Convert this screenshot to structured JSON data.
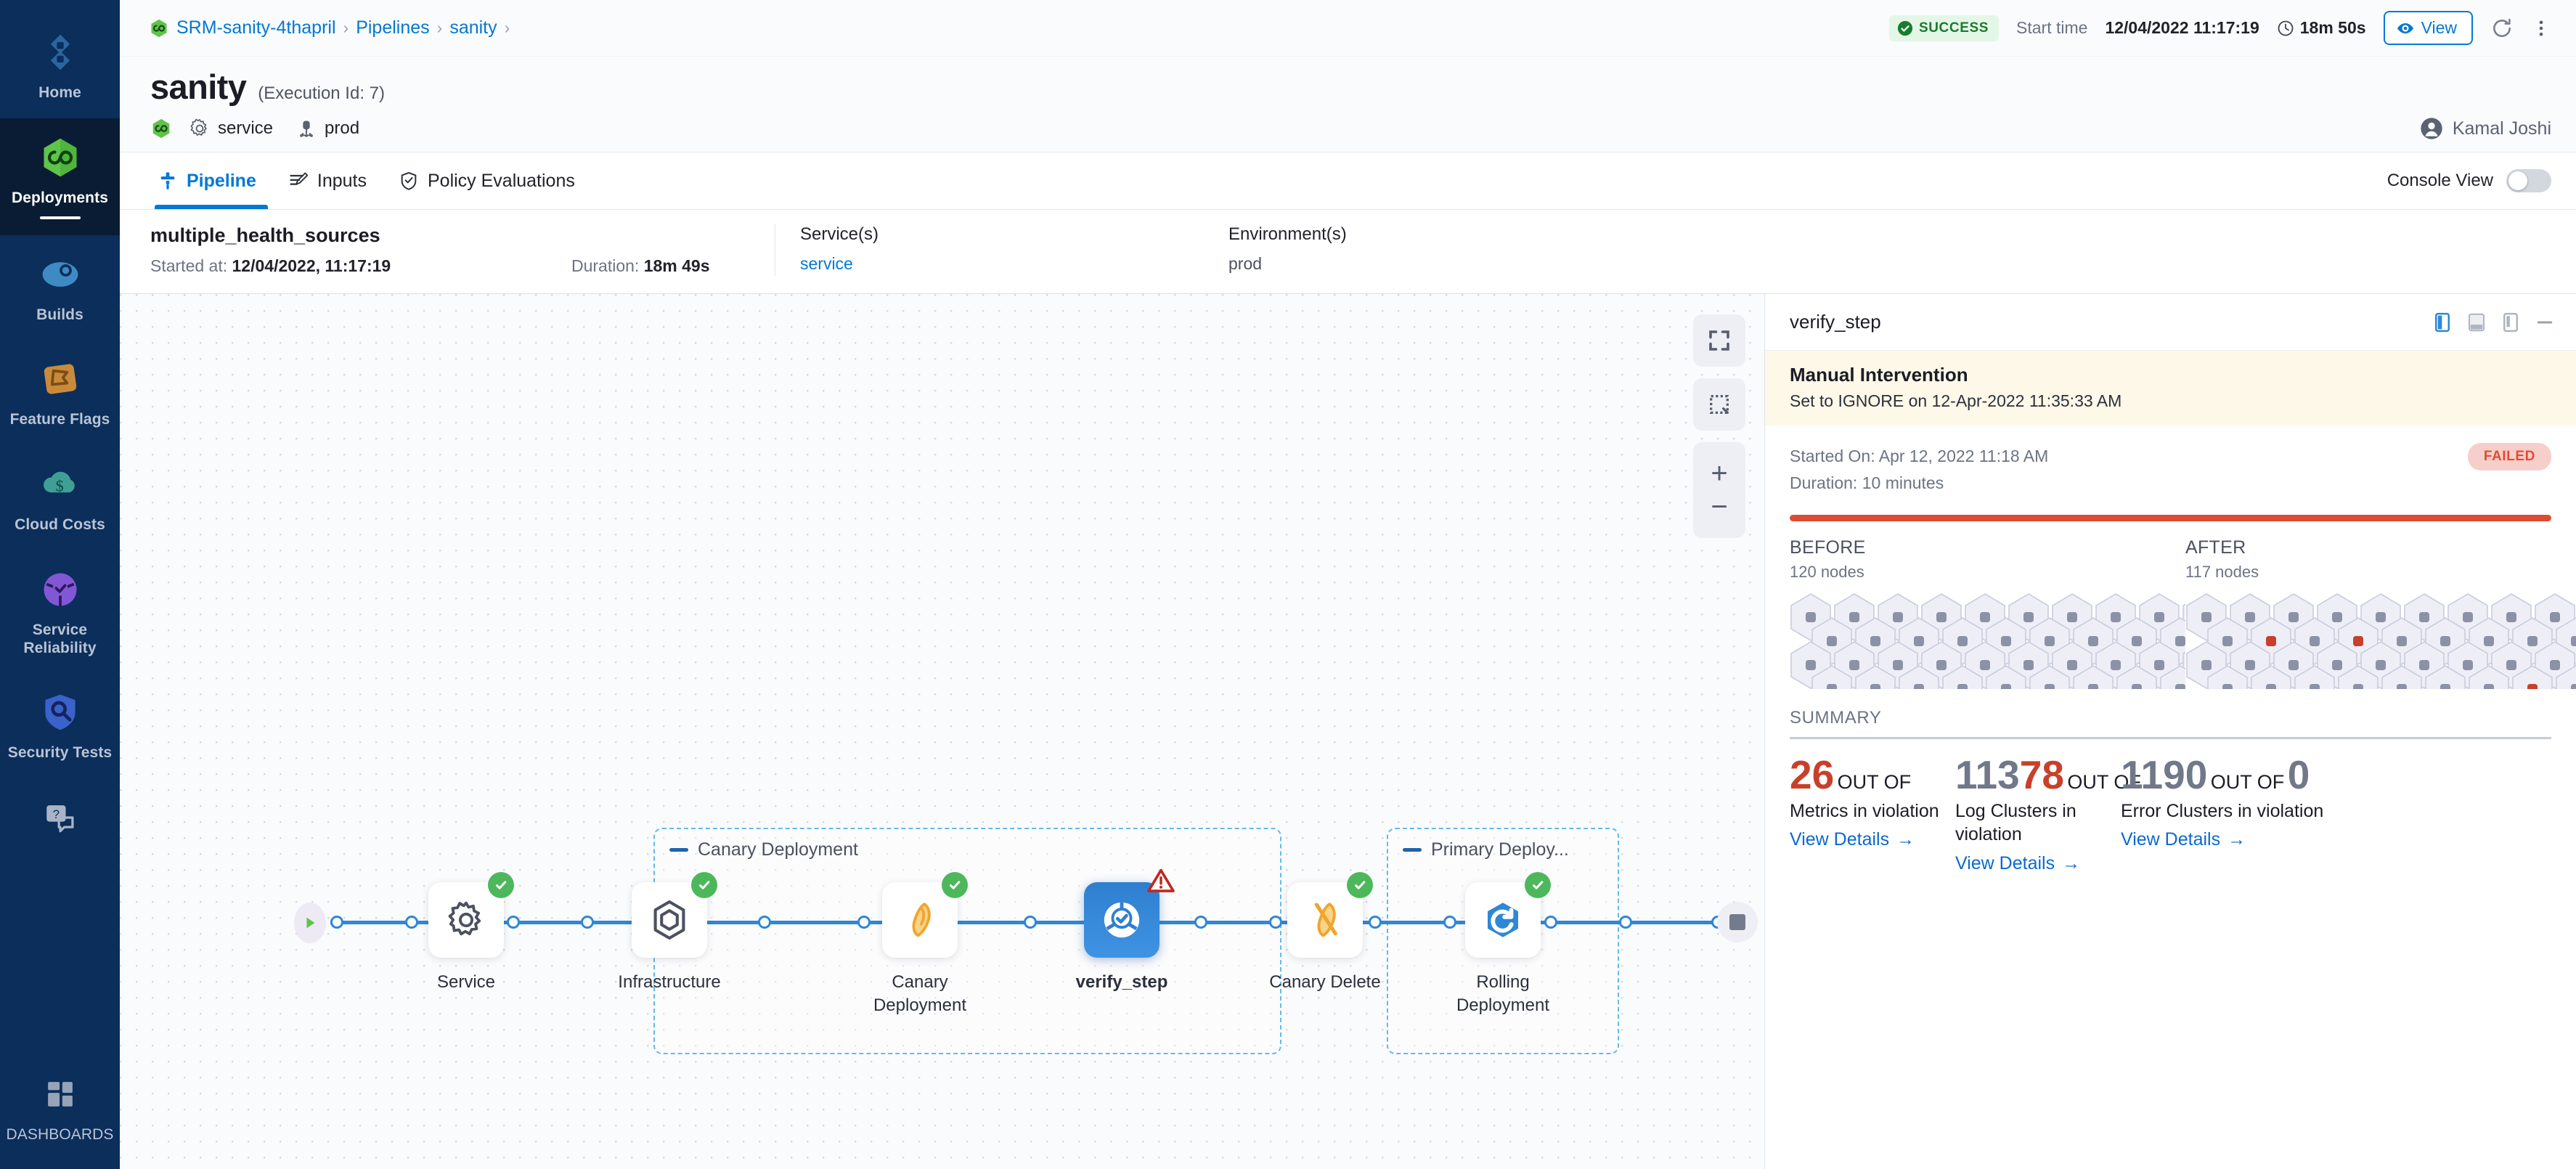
{
  "nav": {
    "items": [
      {
        "label": "Home",
        "icon": "home-diamond-icon",
        "active": false
      },
      {
        "label": "Deployments",
        "icon": "deployments-infinity-icon",
        "active": true
      },
      {
        "label": "Builds",
        "icon": "builds-icon",
        "active": false
      },
      {
        "label": "Feature Flags",
        "icon": "feature-flags-icon",
        "active": false
      },
      {
        "label": "Cloud Costs",
        "icon": "cloud-costs-icon",
        "active": false
      },
      {
        "label": "Service Reliability",
        "icon": "service-reliability-icon",
        "active": false
      },
      {
        "label": "Security Tests",
        "icon": "security-tests-shield-icon",
        "active": false
      },
      {
        "label": "",
        "icon": "help-chat-icon",
        "active": false
      },
      {
        "label": "DASHBOARDS",
        "icon": "dashboards-grid-icon",
        "active": false
      }
    ]
  },
  "topbar": {
    "breadcrumbs": [
      {
        "label": "SRM-sanity-4thapril",
        "icon": "deployments-infinity-icon"
      },
      {
        "label": "Pipelines"
      },
      {
        "label": "sanity"
      }
    ],
    "separator": "›",
    "status": "SUCCESS",
    "status_icon": "check-circle-icon",
    "start_time_label": "Start time",
    "start_time_value": "12/04/2022 11:17:19",
    "duration_icon": "clock-icon",
    "duration_value": "18m 50s",
    "view_button": "View",
    "view_icon": "eye-icon",
    "refresh_icon": "refresh-icon",
    "more_icon": "more-vertical-icon"
  },
  "header": {
    "pipeline_name": "sanity",
    "execution_id": "(Execution Id: 7)",
    "chips": [
      {
        "icon": "deployments-infinity-icon",
        "label": ""
      },
      {
        "icon": "gear-icon",
        "label": "service"
      },
      {
        "icon": "environment-icon",
        "label": "prod"
      }
    ],
    "user_name": "Kamal Joshi",
    "user_icon": "avatar-icon"
  },
  "tabs": {
    "items": [
      {
        "label": "Pipeline",
        "icon": "pipeline-icon",
        "active": true
      },
      {
        "label": "Inputs",
        "icon": "inputs-icon",
        "active": false
      },
      {
        "label": "Policy Evaluations",
        "icon": "policy-shield-icon",
        "active": false
      }
    ],
    "console_view_label": "Console View",
    "console_view_on": false
  },
  "execution": {
    "name": "multiple_health_sources",
    "started_label": "Started at:",
    "started_value": "12/04/2022, 11:17:19",
    "duration_label": "Duration:",
    "duration_value": "18m 49s",
    "services_header": "Service(s)",
    "services_value": "service",
    "environments_header": "Environment(s)",
    "environments_value": "prod"
  },
  "canvas": {
    "tools": [
      {
        "name": "fit-to-screen-icon",
        "glyph": "expand"
      },
      {
        "name": "selection-box-icon",
        "glyph": "marquee"
      },
      {
        "name": "zoom-in-icon",
        "glyph": "+"
      },
      {
        "name": "zoom-out-icon",
        "glyph": "−"
      }
    ],
    "start_icon": "play-icon",
    "end_icon": "stop-icon",
    "groups": [
      {
        "label": "Canary Deployment"
      },
      {
        "label": "Primary Deploy..."
      }
    ],
    "nodes": [
      {
        "label": "Service",
        "icon": "gear-icon",
        "status": "success",
        "selected": false
      },
      {
        "label": "Infrastructure",
        "icon": "infrastructure-hex-icon",
        "status": "success",
        "selected": false
      },
      {
        "label": "Canary Deployment",
        "icon": "canary-bird-icon",
        "status": "success",
        "selected": false
      },
      {
        "label": "verify_step",
        "icon": "verify-icon",
        "status": "warning",
        "selected": true
      },
      {
        "label": "Canary Delete",
        "icon": "canary-delete-icon",
        "status": "success",
        "selected": false
      },
      {
        "label": "Rolling Deployment",
        "icon": "rolling-deployment-icon",
        "status": "success",
        "selected": false
      }
    ]
  },
  "panel": {
    "title": "verify_step",
    "actions": [
      {
        "name": "panel-dock-left-icon",
        "active": true
      },
      {
        "name": "panel-dock-bottom-icon",
        "active": false
      },
      {
        "name": "panel-dock-right-icon",
        "active": false
      },
      {
        "name": "panel-minimize-icon",
        "active": false
      }
    ],
    "banner": {
      "title": "Manual Intervention",
      "text": "Set to IGNORE on 12-Apr-2022 11:35:33 AM"
    },
    "started_on": "Started On: Apr 12, 2022 11:18 AM",
    "duration": "Duration: 10 minutes",
    "status_pill": "FAILED",
    "before": {
      "header": "BEFORE",
      "sub": "120 nodes"
    },
    "after": {
      "header": "AFTER",
      "sub": "117 nodes"
    },
    "summary_header": "SUMMARY",
    "stats": [
      {
        "value": "26",
        "value_color": "red",
        "out_of": "OUT OF",
        "desc": "Metrics in violation",
        "link": "View Details",
        "link_arrow": "→"
      },
      {
        "value": "113",
        "value_color": "gray",
        "out_of": "",
        "desc": "",
        "link": "",
        "link_arrow": ""
      },
      {
        "value": "78",
        "value_color": "red",
        "out_of": "OUT OF",
        "desc": "Log Clusters in violation",
        "link": "View Details",
        "link_arrow": "→"
      },
      {
        "value": "1190",
        "value_color": "gray",
        "out_of": "OUT OF",
        "desc": "",
        "link": "",
        "link_arrow": ""
      },
      {
        "value": "0",
        "value_color": "gray",
        "out_of": "",
        "desc": "Error Clusters in violation",
        "link": "View Details",
        "link_arrow": "→"
      }
    ],
    "colors": {
      "red": "#c8402b",
      "gray": "#70788a",
      "failed_bg": "#f7cfca",
      "failed_fg": "#e24b34",
      "rule": "#dd4b33"
    }
  },
  "hex_grid": {
    "before_rows": 5,
    "before_cols": 13,
    "after_rows": 5,
    "after_cols": 13,
    "after_markers": [
      {
        "row": 0,
        "col": 11,
        "color": "green"
      },
      {
        "row": 1,
        "col": 1,
        "color": "red"
      },
      {
        "row": 1,
        "col": 3,
        "color": "red"
      },
      {
        "row": 3,
        "col": 7,
        "color": "red"
      }
    ],
    "colors": {
      "default": "#8c92a6",
      "green": "#4db85b",
      "red": "#c8402b",
      "hex_fill": "#eeeff6",
      "hex_stroke": "#c9cddc"
    }
  }
}
